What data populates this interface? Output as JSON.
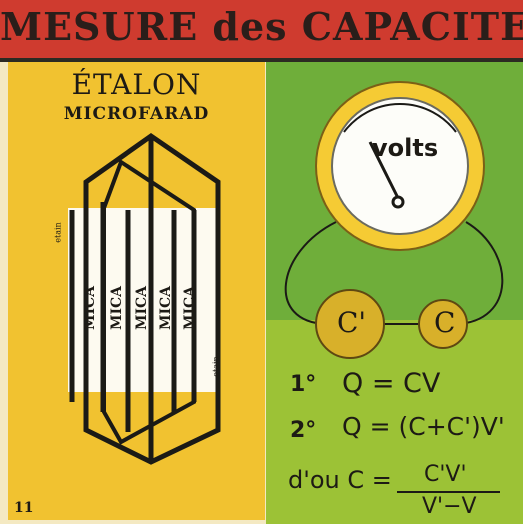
{
  "header": {
    "title": "MESURE des CAPACITES"
  },
  "left_panel": {
    "etalon": "ÉTALON",
    "microfarad": "MICROFARAD",
    "mica_labels": [
      "MICA",
      "MICA",
      "MICA",
      "MICA",
      "MICA"
    ],
    "edge_label_top": "etain",
    "edge_label_bottom": "etain",
    "card_number": "11"
  },
  "right_panel": {
    "meter_label": "volts",
    "capacitor_left": "C'",
    "capacitor_right": "C",
    "formula1_num": "1°",
    "formula1": "Q = CV",
    "formula2_num": "2°",
    "formula2": "Q = (C+C')V'",
    "formula3_prefix": "d'ou C =",
    "fraction_num": "C'V'",
    "fraction_den": "V'−V"
  },
  "colors": {
    "banner": "#cf3b2f",
    "left_panel": "#f1c230",
    "right_panel": "#6fae3a"
  }
}
